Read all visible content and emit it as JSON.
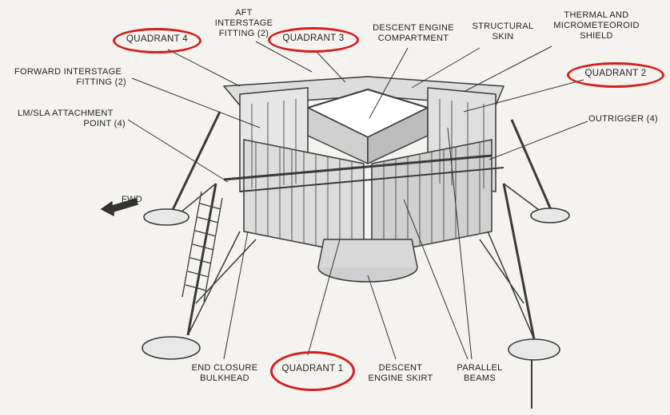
{
  "labels": {
    "aft_interstage_fitting_1": "AFT",
    "aft_interstage_fitting_2": "INTERSTAGE",
    "aft_interstage_fitting_3": "FITTING (2)",
    "descent_engine_compartment_1": "DESCENT ENGINE",
    "descent_engine_compartment_2": "COMPARTMENT",
    "structural_skin_1": "STRUCTURAL",
    "structural_skin_2": "SKIN",
    "thermal_shield_1": "THERMAL AND",
    "thermal_shield_2": "MICROMETEOROID",
    "thermal_shield_3": "SHIELD",
    "forward_interstage_fitting_1": "FORWARD INTERSTAGE",
    "forward_interstage_fitting_2": "FITTING (2)",
    "lm_sla_attachment_1": "LM/SLA ATTACHMENT",
    "lm_sla_attachment_2": "POINT (4)",
    "outrigger": "OUTRIGGER (4)",
    "fwd": "FWD",
    "end_closure_bulkhead_1": "END CLOSURE",
    "end_closure_bulkhead_2": "BULKHEAD",
    "descent_engine_skirt_1": "DESCENT",
    "descent_engine_skirt_2": "ENGINE SKIRT",
    "parallel_beams_1": "PARALLEL",
    "parallel_beams_2": "BEAMS"
  },
  "quadrants": {
    "q1": "QUADRANT 1",
    "q2": "QUADRANT 2",
    "q3": "QUADRANT 3",
    "q4": "QUADRANT 4"
  },
  "colors": {
    "highlight": "#d41f1f",
    "background": "#f4f3ef",
    "line": "#3a3a3a"
  }
}
